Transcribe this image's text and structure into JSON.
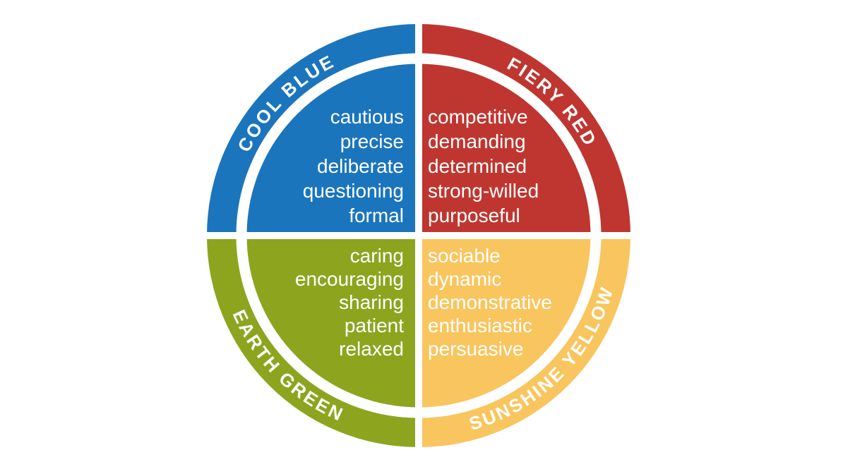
{
  "background_color": "#ffffff",
  "divider_color": "#ffffff",
  "text_color": "#ffffff",
  "wheel": {
    "quadrants": [
      {
        "id": "cool-blue",
        "name": "COOL BLUE",
        "position": "top-left",
        "color": "#1B75BC",
        "words": [
          "cautious",
          "precise",
          "deliberate",
          "questioning",
          "formal"
        ]
      },
      {
        "id": "fiery-red",
        "name": "FIERY RED",
        "position": "top-right",
        "color": "#BF3630",
        "words": [
          "competitive",
          "demanding",
          "determined",
          "strong-willed",
          "purposeful"
        ]
      },
      {
        "id": "earth-green",
        "name": "EARTH GREEN",
        "position": "bottom-left",
        "color": "#8DA41F",
        "words": [
          "caring",
          "encouraging",
          "sharing",
          "patient",
          "relaxed"
        ]
      },
      {
        "id": "sunshine-yellow",
        "name": "SUNSHINE YELLOW",
        "position": "bottom-right",
        "color": "#F9C55E",
        "words": [
          "sociable",
          "dynamic",
          "demonstrative",
          "enthusiastic",
          "persuasive"
        ]
      }
    ]
  }
}
